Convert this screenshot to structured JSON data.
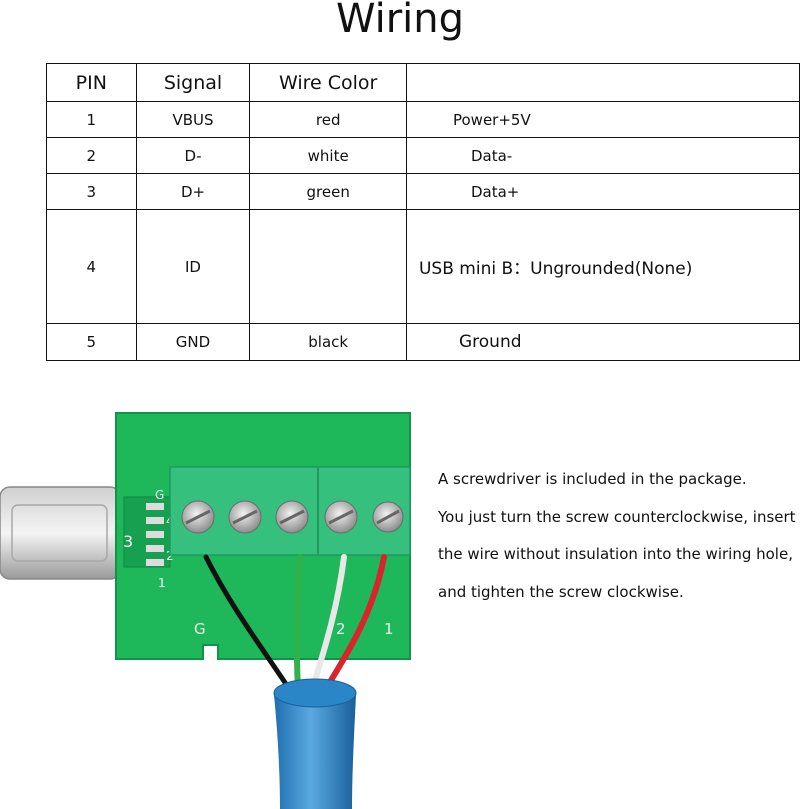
{
  "title": "Wiring",
  "table": {
    "headers": [
      "PIN",
      "Signal",
      "Wire Color",
      ""
    ],
    "rows": [
      {
        "pin": "1",
        "signal": "VBUS",
        "color": "red",
        "desc": "Power+5V"
      },
      {
        "pin": "2",
        "signal": "D-",
        "color": "white",
        "desc": "Data-"
      },
      {
        "pin": "3",
        "signal": "D+",
        "color": "green",
        "desc": "Data+"
      },
      {
        "pin": "4",
        "signal": "ID",
        "color": "",
        "desc": "USB mini B：Ungrounded(None)"
      },
      {
        "pin": "5",
        "signal": "GND",
        "color": "black",
        "desc": "Ground"
      }
    ]
  },
  "instructions": [
    "A screwdriver is included in the package.",
    "You just turn the screw counterclockwise, insert",
    "the wire without insulation into the wiring hole,",
    "and tighten the screw clockwise."
  ],
  "photo": {
    "board_labels": {
      "left": "G",
      "right": "1",
      "g_bottom": "G",
      "two": "2",
      "one": "1",
      "side_g": "G",
      "side_4": "4",
      "side_3": "3",
      "side_2": "2",
      "side_1": "1"
    },
    "colors": {
      "pcb": "#1eb75a",
      "terminal": "#35c07e",
      "cable": "#2a86c6",
      "wire_red": "#d8242a",
      "wire_white": "#e8e8e8",
      "wire_green": "#2fb24a",
      "wire_black": "#111111"
    }
  }
}
